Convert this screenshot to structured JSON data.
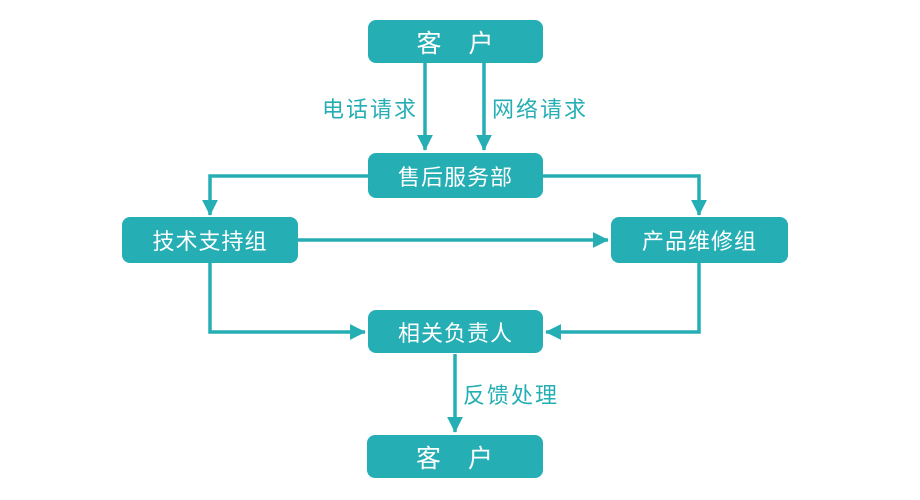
{
  "diagram": {
    "title": "after-sales-service-flowchart",
    "accent_color": "#26aeb5",
    "background_color": "#ffffff",
    "node_text_color": "#ffffff",
    "nodes": [
      {
        "id": "customer-top",
        "label": "客　户"
      },
      {
        "id": "after-sales-dept",
        "label": "售后服务部"
      },
      {
        "id": "tech-support-group",
        "label": "技术支持组"
      },
      {
        "id": "product-repair-group",
        "label": "产品维修组"
      },
      {
        "id": "responsible-person",
        "label": "相关负责人"
      },
      {
        "id": "customer-bottom",
        "label": "客　户"
      }
    ],
    "edges": [
      {
        "from": "customer-top",
        "to": "after-sales-dept",
        "label": "电话请求"
      },
      {
        "from": "customer-top",
        "to": "after-sales-dept",
        "label": "网络请求"
      },
      {
        "from": "after-sales-dept",
        "to": "tech-support-group",
        "label": ""
      },
      {
        "from": "after-sales-dept",
        "to": "product-repair-group",
        "label": ""
      },
      {
        "from": "tech-support-group",
        "to": "product-repair-group",
        "label": ""
      },
      {
        "from": "tech-support-group",
        "to": "responsible-person",
        "label": ""
      },
      {
        "from": "product-repair-group",
        "to": "responsible-person",
        "label": ""
      },
      {
        "from": "responsible-person",
        "to": "customer-bottom",
        "label": "反馈处理"
      }
    ]
  }
}
